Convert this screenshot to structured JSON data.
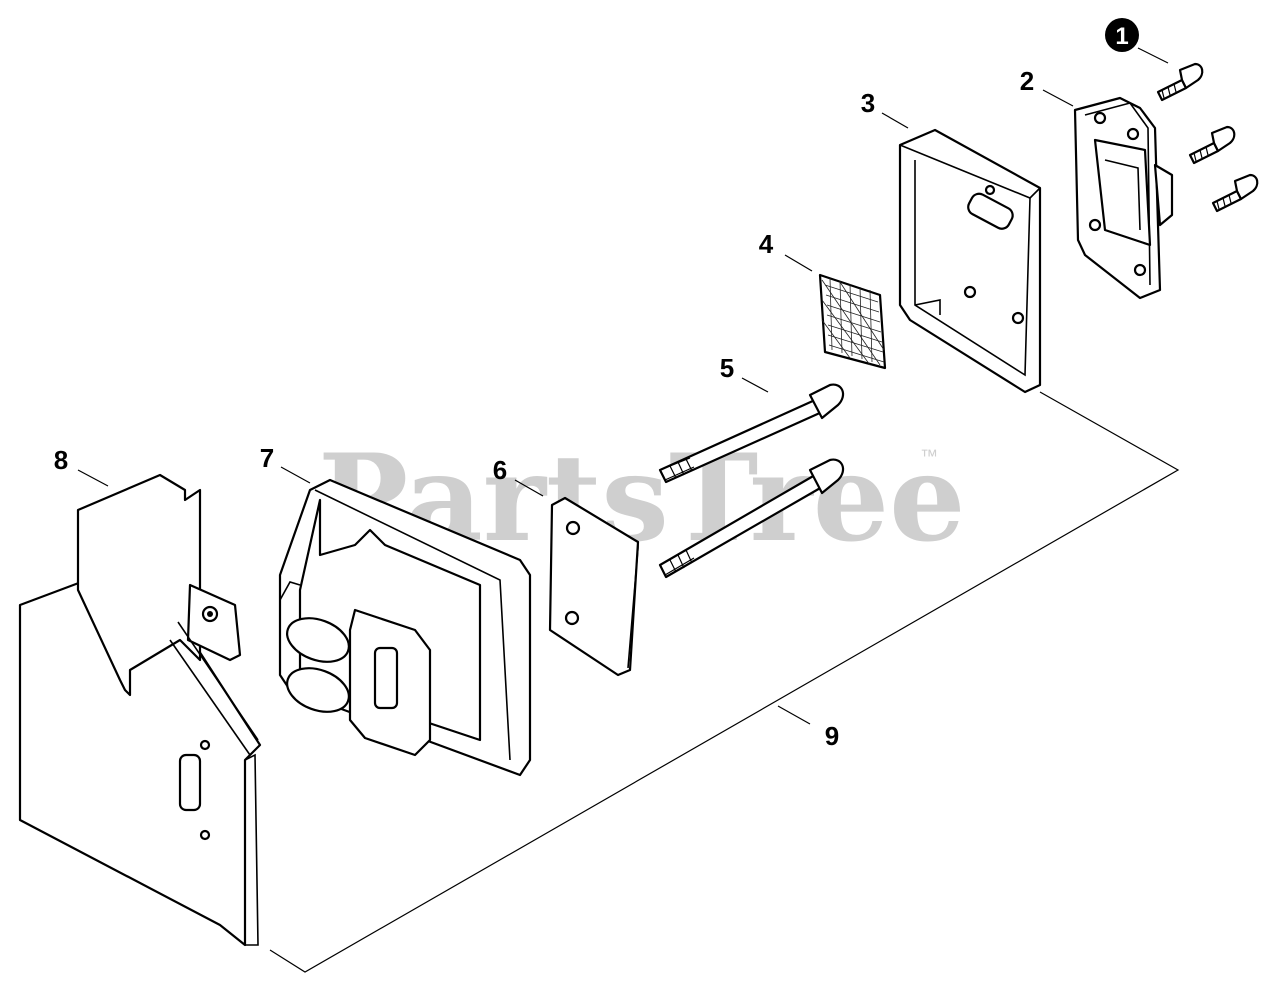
{
  "watermark": {
    "text": "PartsTree",
    "trademark": "™"
  },
  "callouts": {
    "c1": "1",
    "c2": "2",
    "c3": "3",
    "c4": "4",
    "c5": "5",
    "c6": "6",
    "c7": "7",
    "c8": "8",
    "c9": "9"
  }
}
